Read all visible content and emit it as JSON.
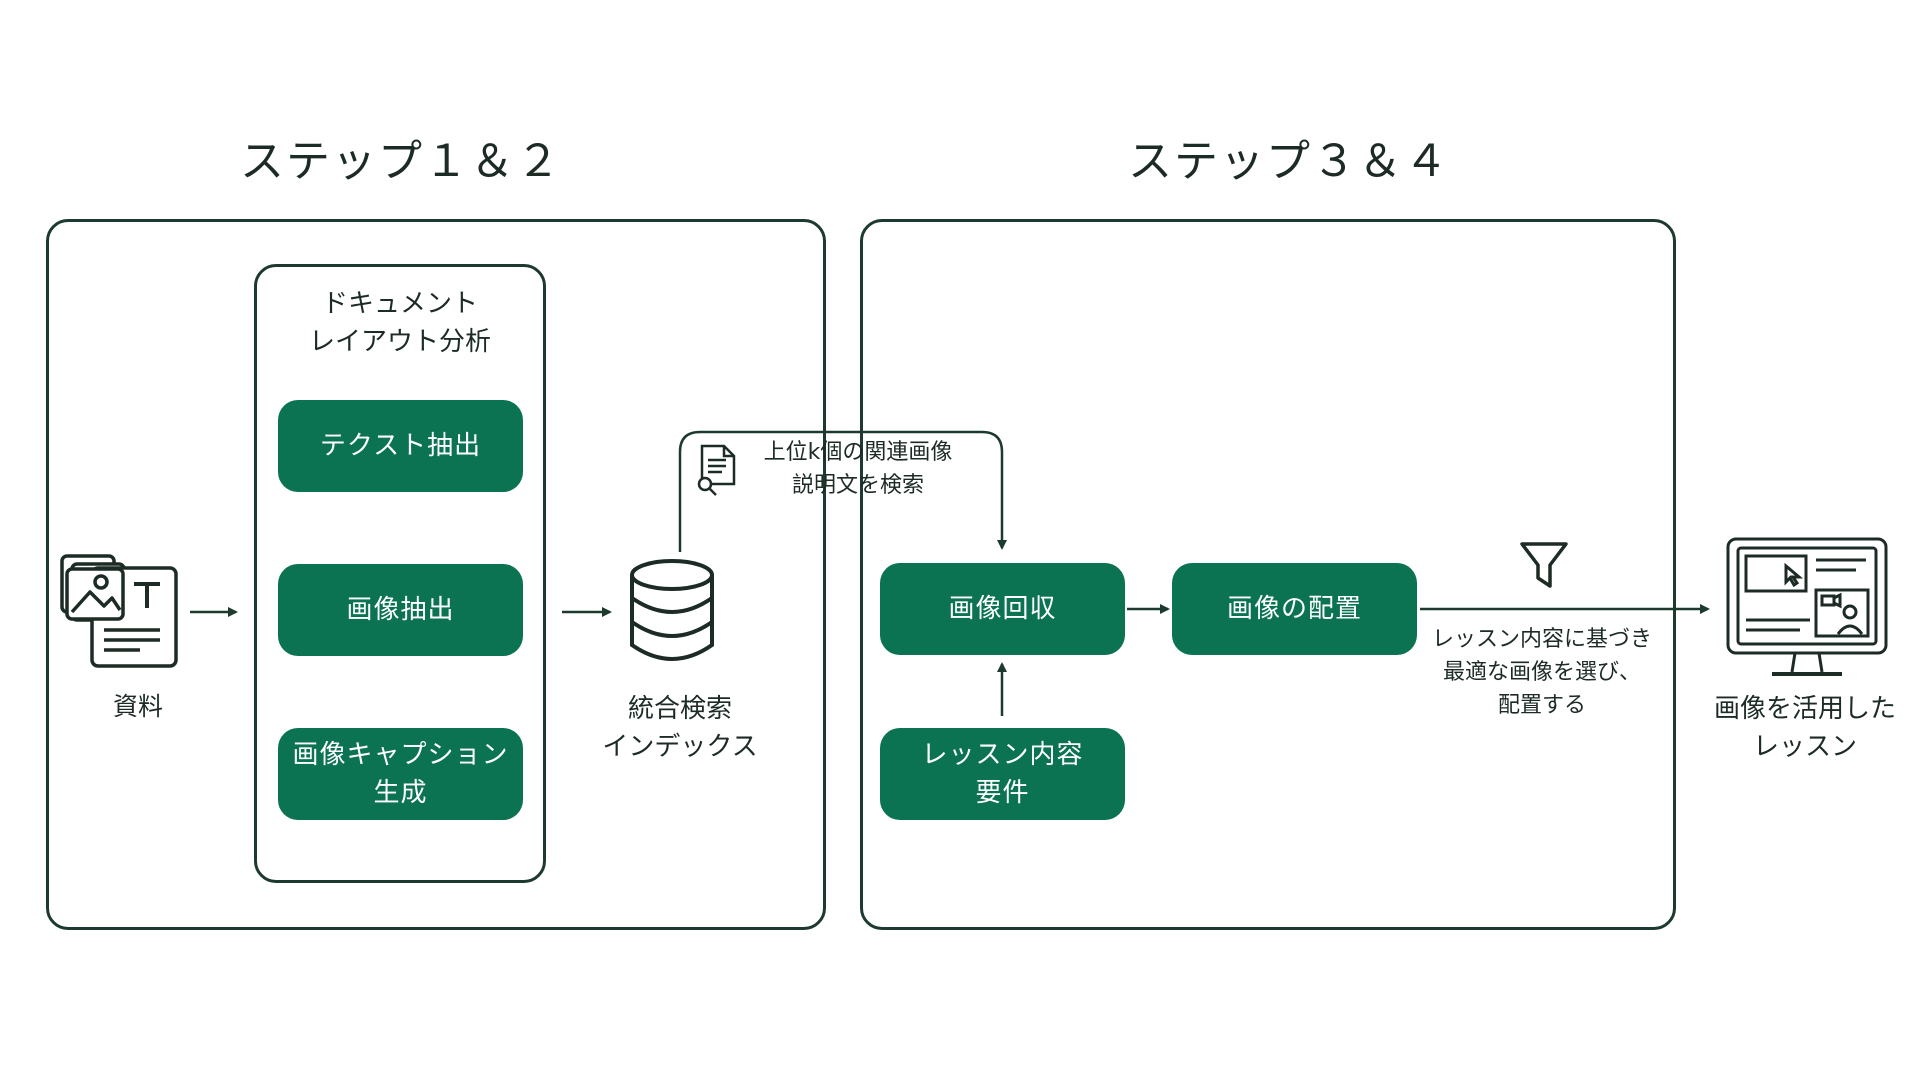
{
  "step12": {
    "title": "ステップ１＆２"
  },
  "step34": {
    "title": "ステップ３＆４"
  },
  "source": {
    "label": "資料"
  },
  "dla": {
    "title_line1": "ドキュメント",
    "title_line2": "レイアウト分析",
    "text_extract": "テクスト抽出",
    "image_extract": "画像抽出",
    "caption_line1": "画像キャプション",
    "caption_line2": "生成"
  },
  "index": {
    "line1": "統合検索",
    "line2": "インデックス"
  },
  "search": {
    "line1": "上位k個の関連画像",
    "line2": "説明文を検索"
  },
  "retrieve": {
    "label": "画像回収"
  },
  "placement": {
    "label": "画像の配置"
  },
  "requirements": {
    "line1": "レッスン内容",
    "line2": "要件"
  },
  "filter_note": {
    "line1": "レッスン内容に基づき",
    "line2": "最適な画像を選び、",
    "line3": "配置する"
  },
  "output": {
    "line1": "画像を活用した",
    "line2": "レッスン"
  },
  "colors": {
    "accent_green": "#0b7352",
    "outline": "#1d3a2e"
  }
}
